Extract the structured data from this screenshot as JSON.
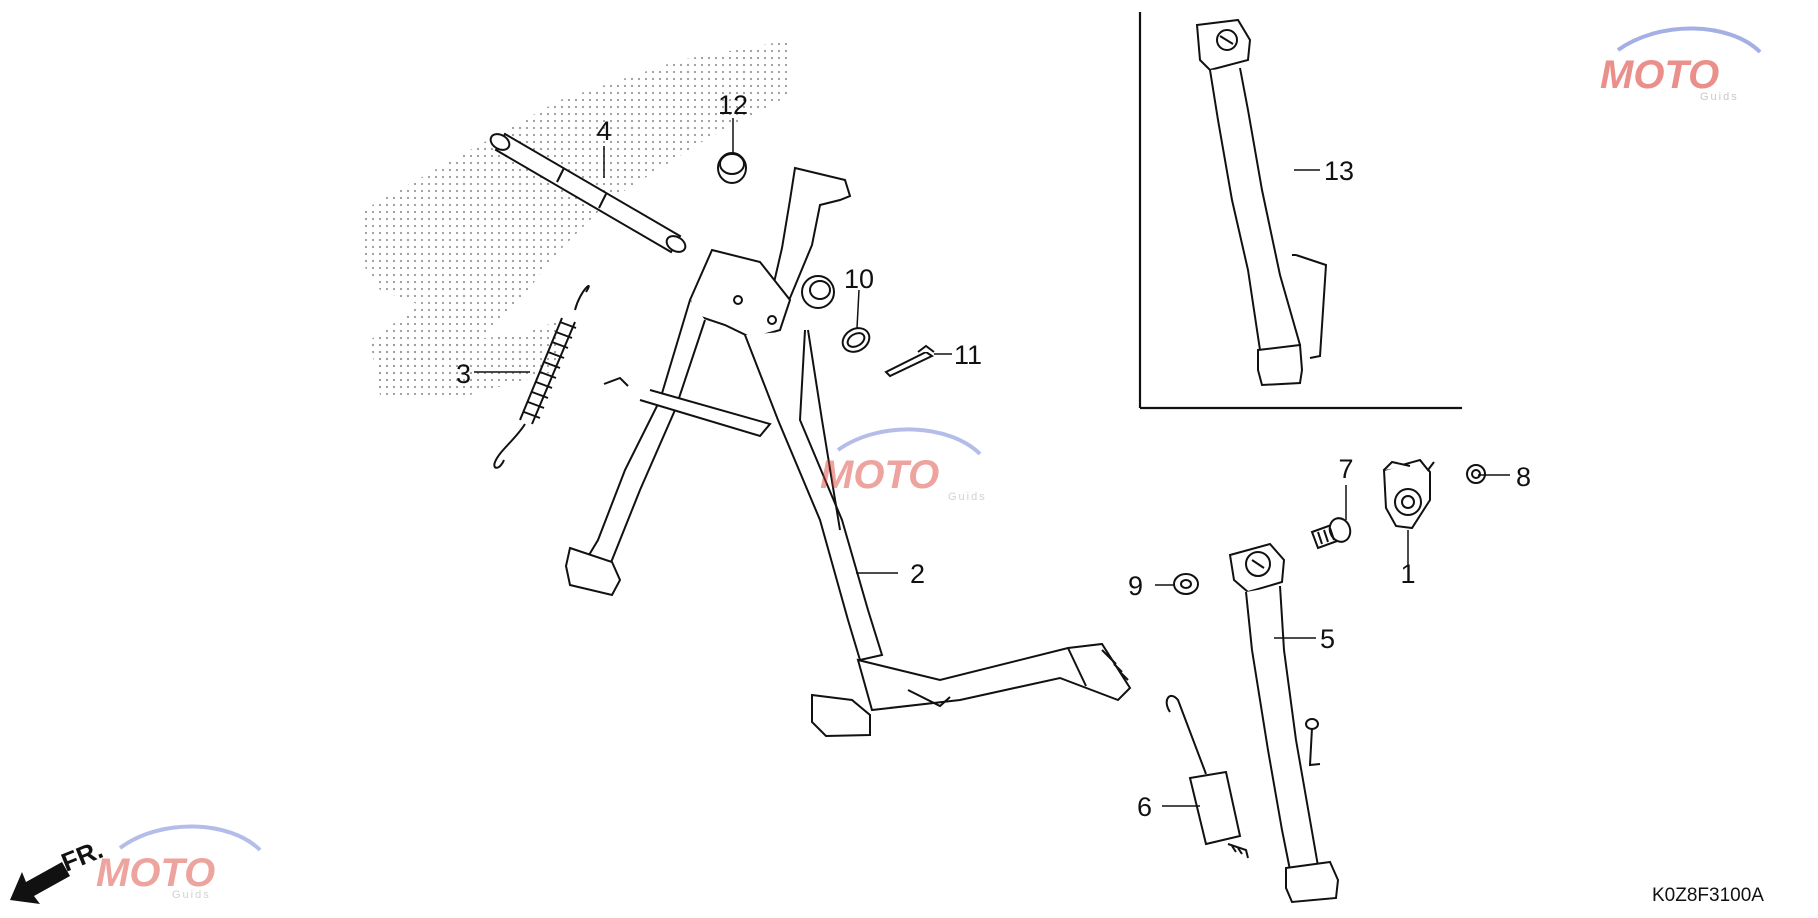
{
  "diagram": {
    "drawing_code": "K0Z8F3100A",
    "direction_label": "FR.",
    "watermark": {
      "brand": "MOTO",
      "sub": "Guids",
      "colors": {
        "red": "#d9342b",
        "blue": "#5a6fd0",
        "grey": "#b0b0b0"
      }
    },
    "callouts": [
      {
        "id": "c1",
        "label": "1"
      },
      {
        "id": "c2",
        "label": "2"
      },
      {
        "id": "c3",
        "label": "3"
      },
      {
        "id": "c4",
        "label": "4"
      },
      {
        "id": "c5",
        "label": "5"
      },
      {
        "id": "c6",
        "label": "6"
      },
      {
        "id": "c7",
        "label": "7"
      },
      {
        "id": "c8",
        "label": "8"
      },
      {
        "id": "c9",
        "label": "9"
      },
      {
        "id": "c10",
        "label": "10"
      },
      {
        "id": "c11",
        "label": "11"
      },
      {
        "id": "c12",
        "label": "12"
      },
      {
        "id": "c13",
        "label": "13"
      }
    ]
  }
}
